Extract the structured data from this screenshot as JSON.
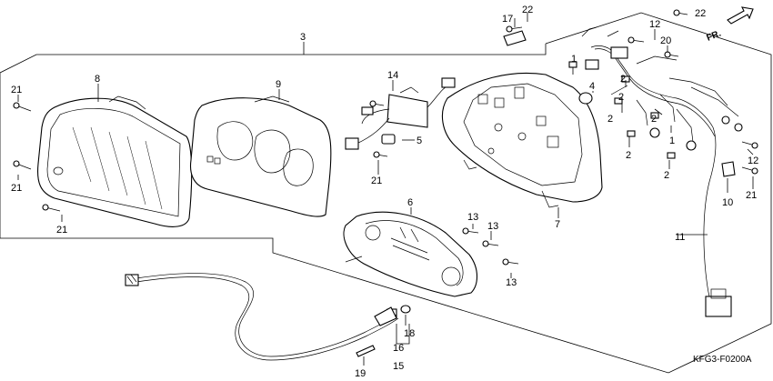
{
  "diagram_code": "KFG3-F0200A",
  "direction_label": "FR.",
  "callouts": {
    "c1a": "1",
    "c1b": "1",
    "c2a": "2",
    "c2b": "2",
    "c2c": "2",
    "c2d": "2",
    "c2e": "2",
    "c2f": "2",
    "c3": "3",
    "c4": "4",
    "c5": "5",
    "c6": "6",
    "c7": "7",
    "c8": "8",
    "c9": "9",
    "c10": "10",
    "c11": "11",
    "c12a": "12",
    "c12b": "12",
    "c13a": "13",
    "c13b": "13",
    "c13c": "13",
    "c14": "14",
    "c15": "15",
    "c16": "16",
    "c17": "17",
    "c18": "18",
    "c19": "19",
    "c20": "20",
    "c21a": "21",
    "c21b": "21",
    "c21c": "21",
    "c21d": "21",
    "c21e": "21",
    "c22a": "22",
    "c22b": "22"
  },
  "colors": {
    "line": "#000000",
    "background": "#ffffff"
  }
}
